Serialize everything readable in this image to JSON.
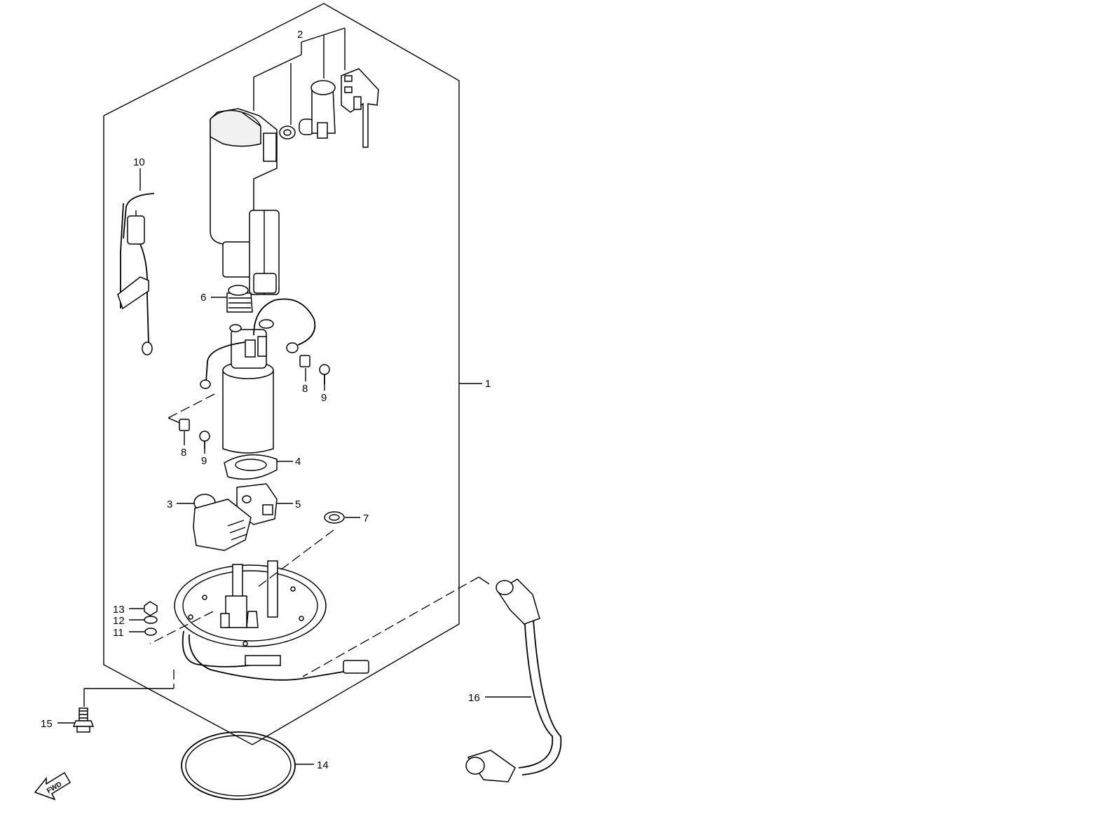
{
  "callouts": [
    {
      "id": "c1",
      "label": "1"
    },
    {
      "id": "c2",
      "label": "2"
    },
    {
      "id": "c3",
      "label": "3"
    },
    {
      "id": "c4",
      "label": "4"
    },
    {
      "id": "c5",
      "label": "5"
    },
    {
      "id": "c6",
      "label": "6"
    },
    {
      "id": "c7",
      "label": "7"
    },
    {
      "id": "c8a",
      "label": "8"
    },
    {
      "id": "c8b",
      "label": "8"
    },
    {
      "id": "c9a",
      "label": "9"
    },
    {
      "id": "c9b",
      "label": "9"
    },
    {
      "id": "c10",
      "label": "10"
    },
    {
      "id": "c11",
      "label": "11"
    },
    {
      "id": "c12",
      "label": "12"
    },
    {
      "id": "c13",
      "label": "13"
    },
    {
      "id": "c14",
      "label": "14"
    },
    {
      "id": "c15",
      "label": "15"
    },
    {
      "id": "c16",
      "label": "16"
    }
  ],
  "direction_badge": {
    "label": "FWD"
  }
}
